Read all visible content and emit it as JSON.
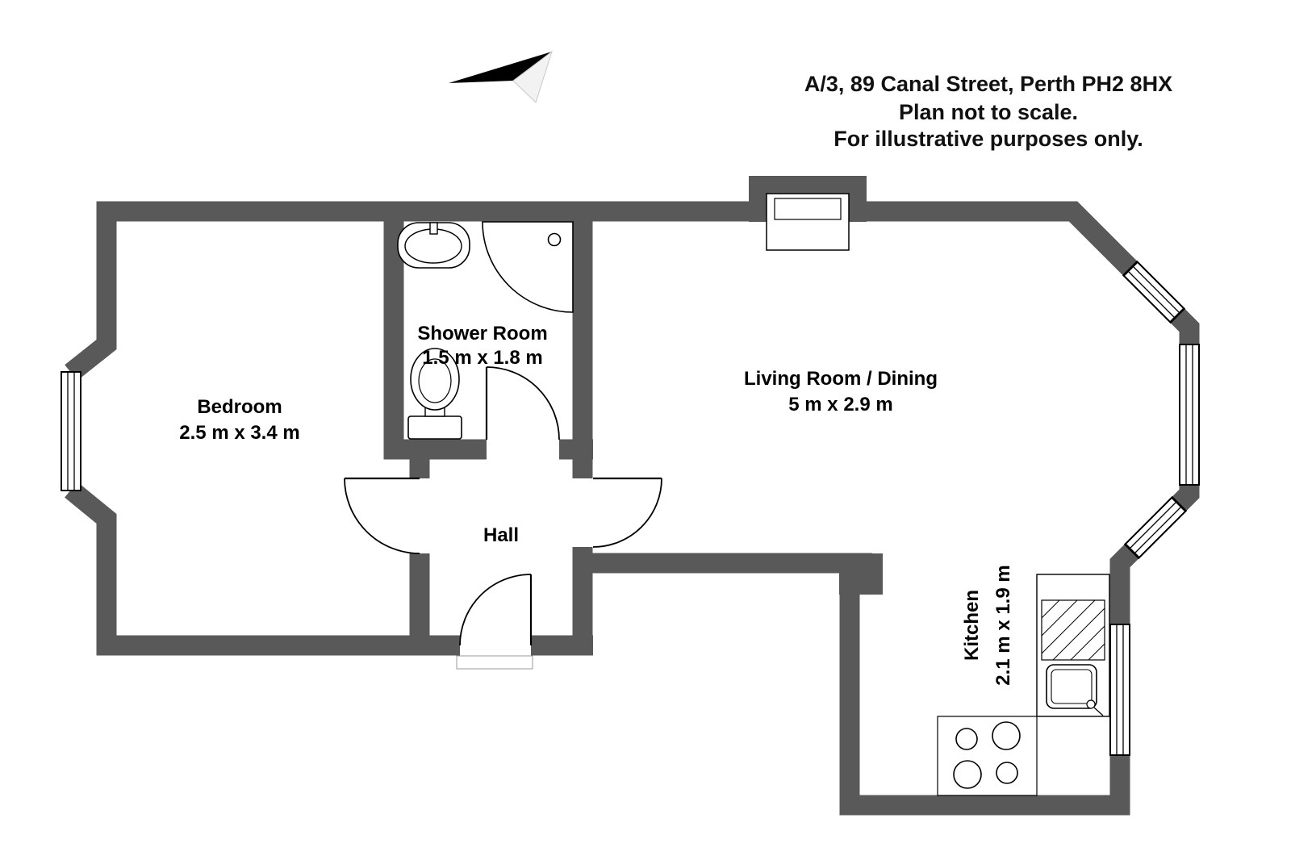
{
  "document": {
    "type": "floor-plan",
    "title_lines": [
      "A/3, 89 Canal Street, Perth PH2 8HX",
      "Plan not to scale.",
      "For illustrative purposes only."
    ]
  },
  "rooms": {
    "bedroom": {
      "label": "Bedroom",
      "dimensions": "2.5 m x 3.4 m"
    },
    "shower_room": {
      "label": "Shower Room",
      "dimensions": "1.5 m x 1.8 m"
    },
    "hall": {
      "label": "Hall"
    },
    "living_dining": {
      "label": "Living Room / Dining",
      "dimensions": "5 m x 2.9 m"
    },
    "kitchen": {
      "label": "Kitchen",
      "dimensions": "2.1 m x 1.9 m"
    }
  },
  "icons": {
    "north_arrow": "north-arrow",
    "fixtures": [
      "wash-basin",
      "shower",
      "toilet",
      "kitchen-sink",
      "hob"
    ],
    "openings": [
      "window",
      "door-swing"
    ]
  },
  "colors": {
    "wall": "#595959",
    "outline": "#000000",
    "background": "#ffffff"
  }
}
